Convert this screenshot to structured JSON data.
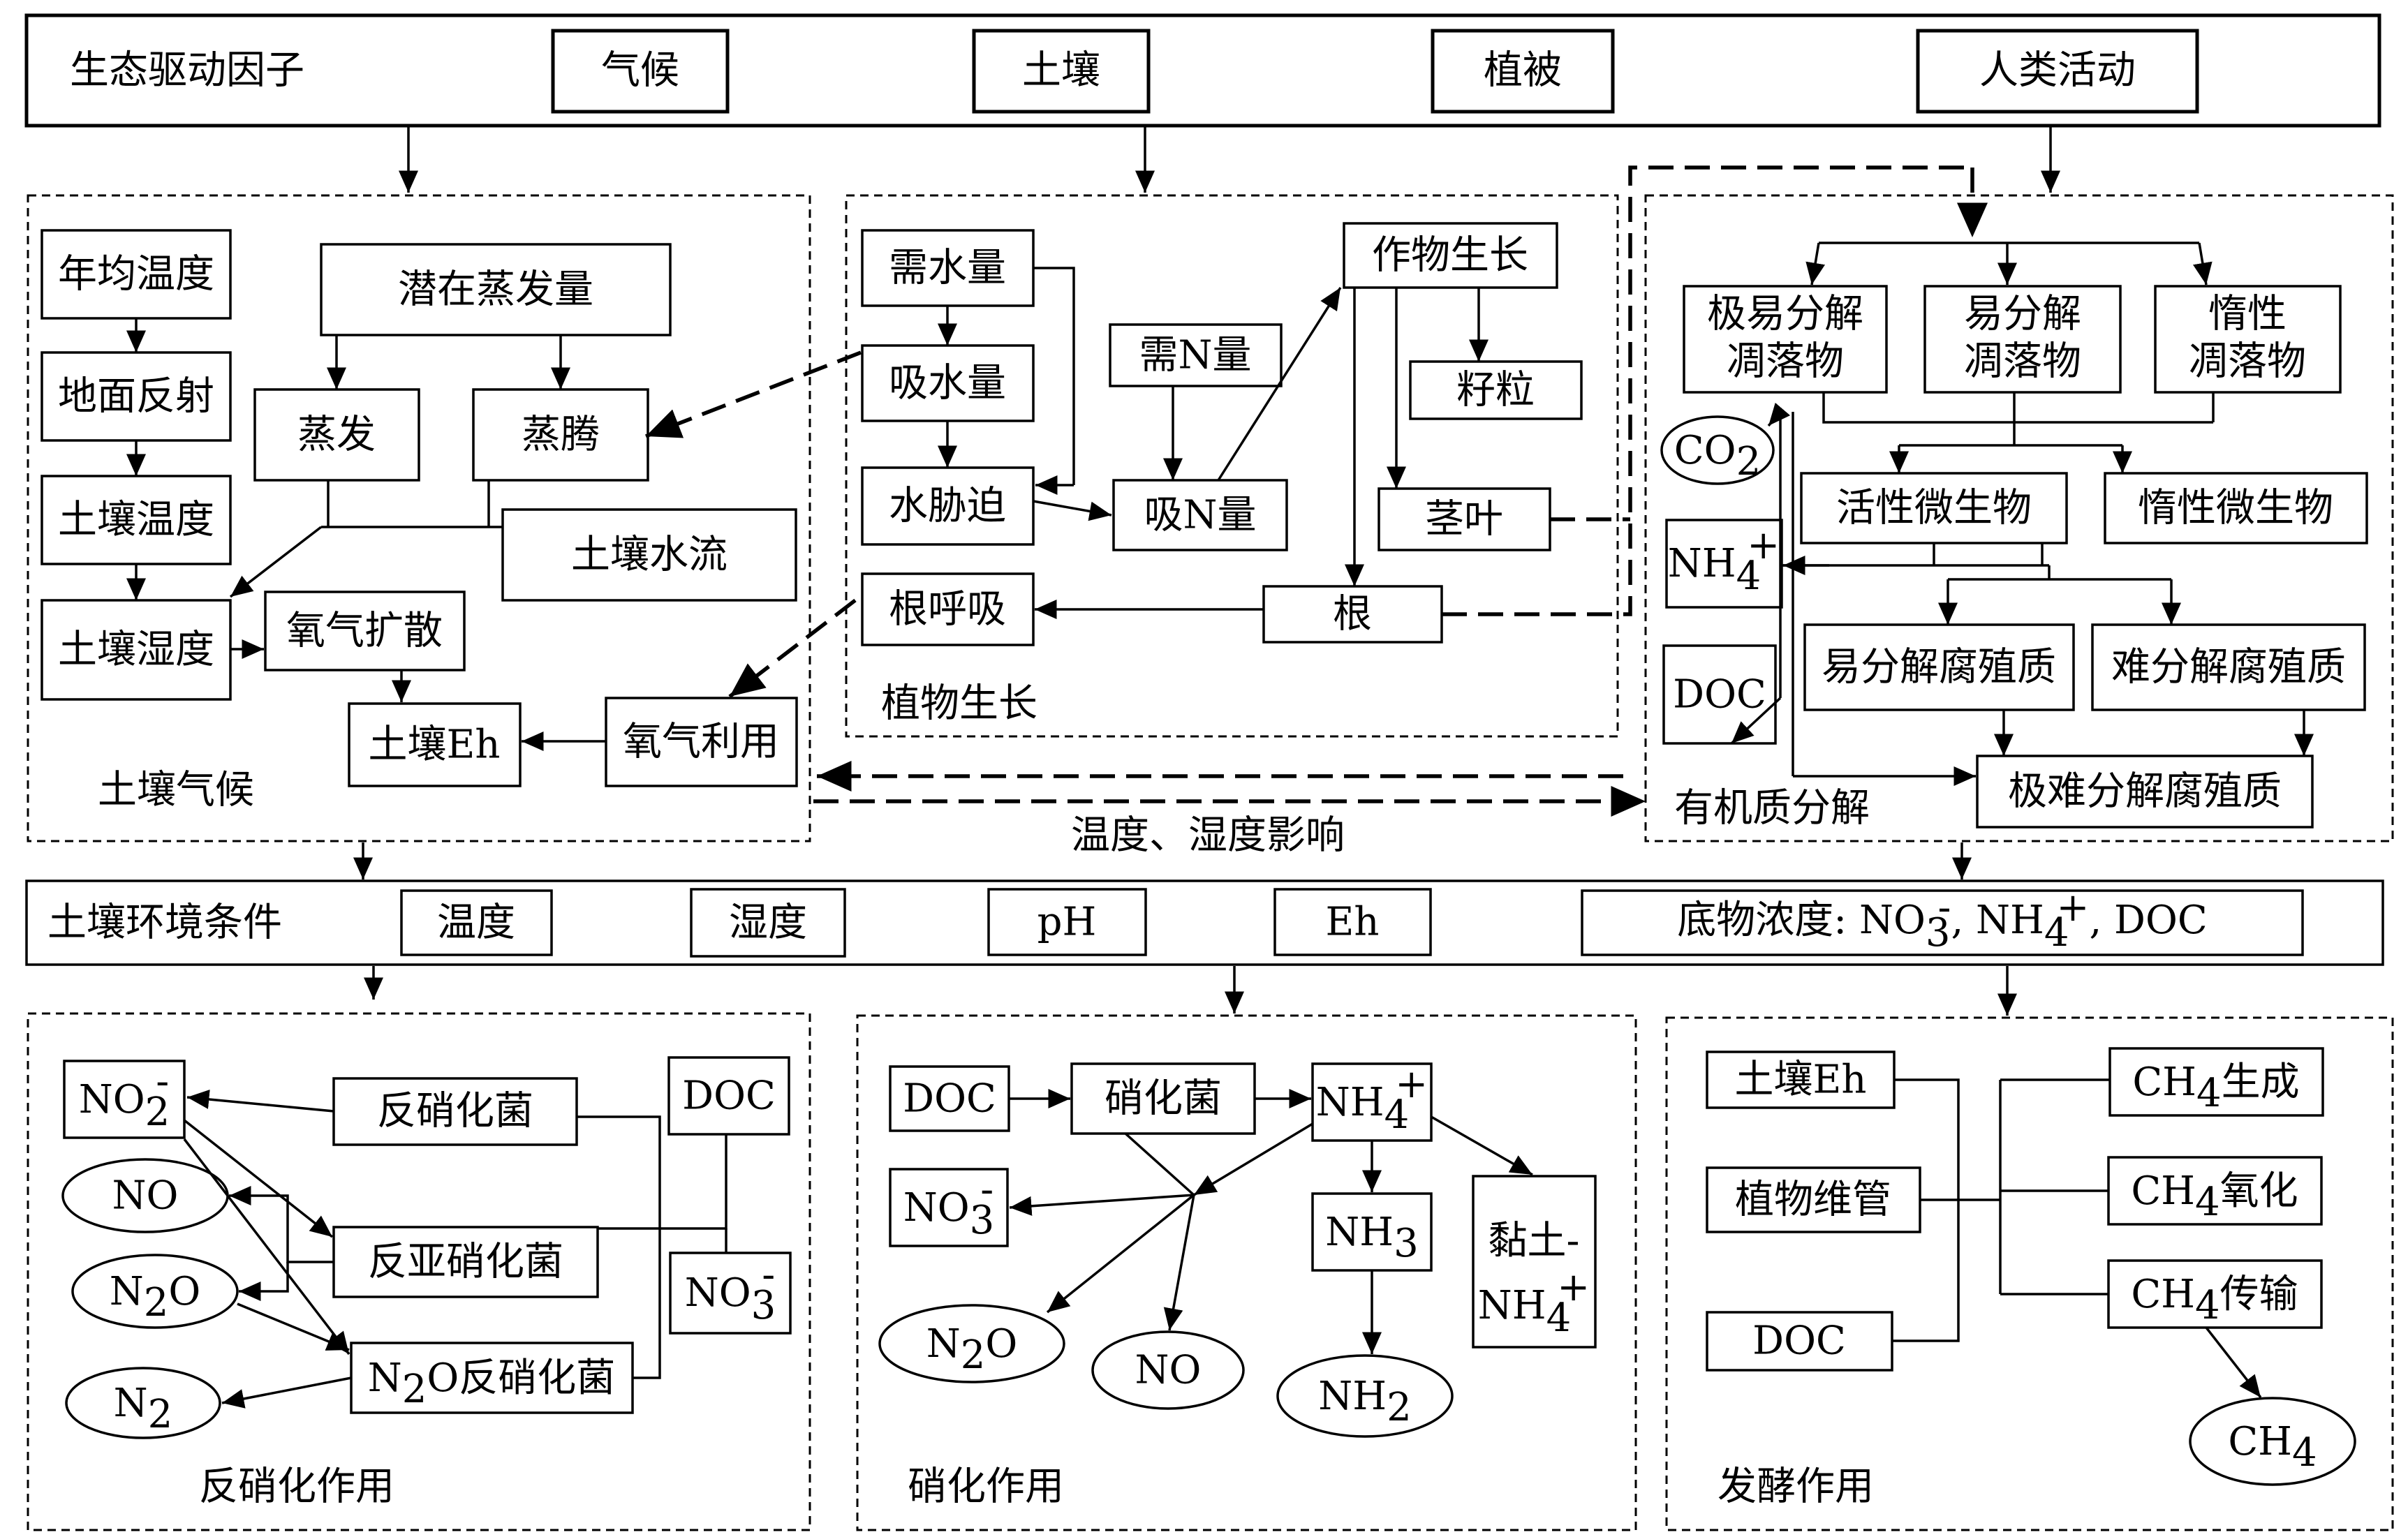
{
  "top": {
    "title": "生态驱动因子",
    "factors": [
      "气候",
      "土壤",
      "植被",
      "人类活动"
    ]
  },
  "climate": {
    "caption": "土壤气候",
    "annual_temp": "年均温度",
    "ground_reflect": "地面反射",
    "soil_temp": "土壤温度",
    "soil_moisture": "土壤湿度",
    "potential_evap": "潜在蒸发量",
    "evaporation": "蒸发",
    "transpiration": "蒸腾",
    "soil_water_flow": "土壤水流",
    "oxygen_diffusion": "氧气扩散",
    "soil_eh": "土壤Eh",
    "oxygen_use": "氧气利用"
  },
  "plant": {
    "caption": "植物生长",
    "water_demand": "需水量",
    "water_uptake": "吸水量",
    "water_stress": "水胁迫",
    "n_demand": "需N量",
    "n_uptake": "吸N量",
    "crop_growth": "作物生长",
    "grain": "籽粒",
    "stem_leaf": "茎叶",
    "root": "根",
    "root_respiration": "根呼吸"
  },
  "organic": {
    "caption": "有机质分解",
    "litter_very_labile": [
      "极易分解",
      "凋落物"
    ],
    "litter_labile": [
      "易分解",
      "凋落物"
    ],
    "litter_inert": [
      "惰性",
      "凋落物"
    ],
    "active_microbe": "活性微生物",
    "inert_microbe": "惰性微生物",
    "labile_humus": "易分解腐殖质",
    "resistant_humus": "难分解腐殖质",
    "very_resistant_humus": "极难分解腐殖质",
    "co2": {
      "main": "CO",
      "sub": "2"
    },
    "nh4": {
      "main": "NH",
      "sub": "4",
      "sup": "+"
    },
    "doc": "DOC"
  },
  "feedback_label": "温度、湿度影响",
  "env": {
    "title": "土壤环境条件",
    "temp": "温度",
    "moisture": "湿度",
    "ph": "pH",
    "eh": "Eh",
    "substrate": {
      "prefix": "底物浓度: NO",
      "sub1": "3",
      "sup1": "-",
      "mid": ", NH",
      "sub2": "4",
      "sup2": "+",
      "suffix": ", DOC"
    }
  },
  "denitrification": {
    "caption": "反硝化作用",
    "no2": {
      "main": "NO",
      "sub": "2",
      "sup": "-"
    },
    "no": "NO",
    "n2o": {
      "main1": "N",
      "sub": "2",
      "main2": "O"
    },
    "n2": {
      "main": "N",
      "sub": "2"
    },
    "denitrifier": "反硝化菌",
    "nitrite_denitrifier": "反亚硝化菌",
    "n2o_denitrifier": {
      "main1": "N",
      "sub": "2",
      "main2": "O反硝化菌"
    },
    "doc": "DOC",
    "no3": {
      "main": "NO",
      "sub": "3",
      "sup": "-"
    }
  },
  "nitrification": {
    "caption": "硝化作用",
    "doc": "DOC",
    "nitrifier": "硝化菌",
    "nh4": {
      "main": "NH",
      "sub": "4",
      "sup": "+"
    },
    "no3": {
      "main": "NO",
      "sub": "3",
      "sup": "-"
    },
    "nh3": {
      "main": "NH",
      "sub": "3"
    },
    "clay_nh4": {
      "line1": "黏土-",
      "main": "NH",
      "sub": "4",
      "sup": "+"
    },
    "n2o": {
      "main1": "N",
      "sub": "2",
      "main2": "O"
    },
    "no": "NO",
    "nh2": {
      "main": "NH",
      "sub": "2"
    }
  },
  "fermentation": {
    "caption": "发酵作用",
    "soil_eh": "土壤Eh",
    "plant_vessel": "植物维管",
    "doc": "DOC",
    "ch4_production": {
      "main": "CH",
      "sub": "4",
      "suffix": "生成"
    },
    "ch4_oxidation": {
      "main": "CH",
      "sub": "4",
      "suffix": "氧化"
    },
    "ch4_transport": {
      "main": "CH",
      "sub": "4",
      "suffix": "传输"
    },
    "ch4": {
      "main": "CH",
      "sub": "4"
    }
  }
}
